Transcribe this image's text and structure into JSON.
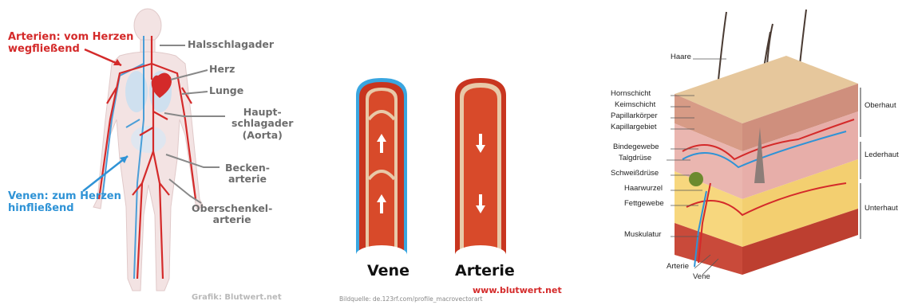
{
  "circulatory": {
    "arteries_label": "Arterien: vom Herzen wegfließend",
    "veins_label": "Venen: zum Herzen hinfließend",
    "labels": {
      "neck_artery": "Halsschlagader",
      "heart": "Herz",
      "lung": "Lunge",
      "aorta_1": "Haupt-",
      "aorta_2": "schlagader",
      "aorta_3": "(Aorta)",
      "pelvic_1": "Becken-",
      "pelvic_2": "arterie",
      "femoral_1": "Oberschenkel-",
      "femoral_2": "arterie"
    },
    "credit": "Grafik: Blutwert.net",
    "colors": {
      "artery": "#d42a2a",
      "vein": "#2f93d6",
      "label": "#6d6d6d"
    }
  },
  "vessels": {
    "vein_title": "Vene",
    "artery_title": "Arterie",
    "website": "www.blutwert.net",
    "source": "Bildquelle: de.123rf.com/profile_macrovectorart"
  },
  "skin": {
    "left_labels": [
      "Haare",
      "Hornschicht",
      "Keimschicht",
      "Papillarkörper",
      "Kapillargebiet",
      "Bindegewebe",
      "Talgdrüse",
      "Schweißdrüse",
      "Haarwurzel",
      "Fettgewebe",
      "Muskulatur",
      "Arterie",
      "Vene"
    ],
    "right_labels": [
      "Oberhaut",
      "Lederhaut",
      "Unterhaut"
    ]
  }
}
